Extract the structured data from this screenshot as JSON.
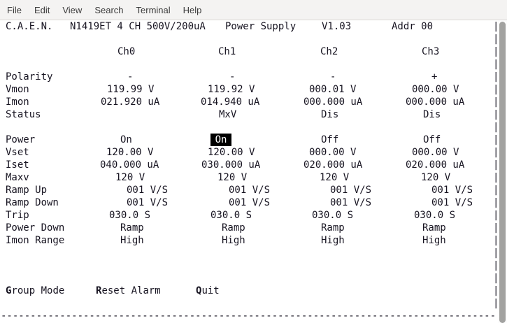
{
  "menu": {
    "items": [
      "File",
      "Edit",
      "View",
      "Search",
      "Terminal",
      "Help"
    ]
  },
  "title_line": {
    "brand": "C.A.E.N.",
    "model": "N1419ET 4 CH 500V/200uA",
    "product": "Power Supply",
    "version": "V1.03",
    "address": "Addr 00"
  },
  "channels": [
    "Ch0",
    "Ch1",
    "Ch2",
    "Ch3"
  ],
  "rows": [
    {
      "label": "Polarity",
      "values": [
        "-",
        "-",
        "-",
        "+"
      ]
    },
    {
      "label": "Vmon",
      "values": [
        "119.99 V",
        "119.92 V",
        "000.01 V",
        "000.00 V"
      ]
    },
    {
      "label": "Imon",
      "values": [
        "021.920 uA",
        "014.940 uA",
        "000.000 uA",
        "000.000 uA"
      ]
    },
    {
      "label": "Status",
      "values": [
        "",
        "MxV",
        "Dis",
        "Dis"
      ]
    },
    {
      "label": "Power",
      "values": [
        "On",
        "On",
        "Off",
        "Off"
      ]
    },
    {
      "label": "Vset",
      "values": [
        "120.00 V",
        "120.00 V",
        "000.00 V",
        "000.00 V"
      ]
    },
    {
      "label": "Iset",
      "values": [
        "040.000 uA",
        "030.000 uA",
        "020.000 uA",
        "020.000 uA"
      ]
    },
    {
      "label": "Maxv",
      "values": [
        "120 V",
        "120 V",
        "120 V",
        "120 V"
      ]
    },
    {
      "label": "Ramp Up",
      "values": [
        "001 V/S",
        "001 V/S",
        "001 V/S",
        "001 V/S"
      ]
    },
    {
      "label": "Ramp Down",
      "values": [
        "001 V/S",
        "001 V/S",
        "001 V/S",
        "001 V/S"
      ]
    },
    {
      "label": "Trip",
      "values": [
        "030.0 S",
        "030.0 S",
        "030.0 S",
        "030.0 S"
      ]
    },
    {
      "label": "Power Down",
      "values": [
        "Ramp",
        "Ramp",
        "Ramp",
        "Ramp"
      ]
    },
    {
      "label": "Imon Range",
      "values": [
        "High",
        "High",
        "High",
        "High"
      ]
    }
  ],
  "selection": {
    "row": "Power",
    "channel": "Ch1",
    "value": "On"
  },
  "footer": {
    "items": [
      {
        "key": "G",
        "rest": "roup Mode"
      },
      {
        "key": "R",
        "rest": "eset Alarm"
      },
      {
        "key": "Q",
        "rest": "uit"
      }
    ]
  },
  "decor": {
    "pipe_column": "|\n|\n|\n|\n|\n|\n|\n|\n|\n|\n|\n|\n|\n|\n|\n|\n|\n|\n|\n|\n|\n|\n|",
    "dashed_line": "------------------------------------------------------------------------------------"
  },
  "colors": {
    "menubar_bg": "#f4f3f2",
    "menubar_border": "#dbd8d5",
    "terminal_bg": "#ffffff",
    "terminal_text": "#171421",
    "highlight_bg": "#000000",
    "highlight_text": "#ffffff",
    "scrollbar_thumb": "#a2a2a0"
  }
}
